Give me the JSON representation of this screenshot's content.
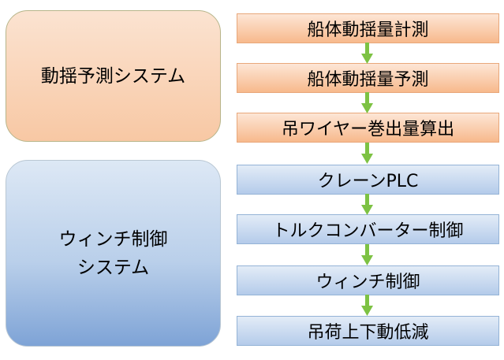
{
  "groups": {
    "motion": {
      "label": "動揺予測システム"
    },
    "winch": {
      "label": "ウィンチ制御\nシステム"
    }
  },
  "steps": [
    {
      "label": "船体動揺量計測",
      "color": "orange"
    },
    {
      "label": "船体動揺量予測",
      "color": "orange"
    },
    {
      "label": "吊ワイヤー巻出量算出",
      "color": "orange"
    },
    {
      "label": "クレーンPLC",
      "color": "blue"
    },
    {
      "label": "トルクコンバーター制御",
      "color": "blue"
    },
    {
      "label": "ウィンチ制御",
      "color": "blue"
    },
    {
      "label": "吊荷上下動低減",
      "color": "blue"
    }
  ],
  "colors": {
    "arrow": "#7dc243",
    "orange_border": "#e8a77a",
    "blue_border": "#94b3d6"
  }
}
